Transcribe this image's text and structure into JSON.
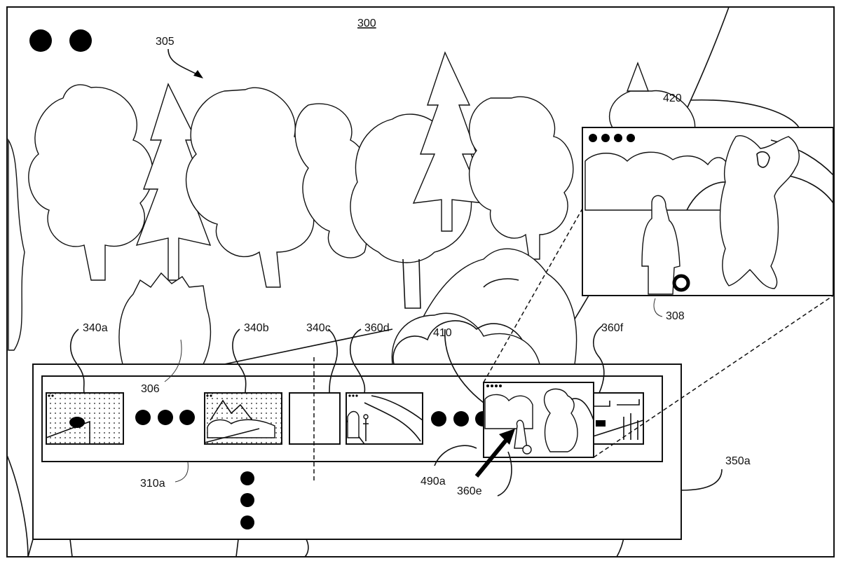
{
  "figure": {
    "figure_ref": "300",
    "scene_ref": "305",
    "background_scene": "forest-with-trees-and-rocks"
  },
  "overlay": {
    "user_head_ref": "306",
    "menu_ref": "350a",
    "carousel_ref": "310a",
    "divider_ref": "340c",
    "more_rows_indicator": "vertical-ellipsis",
    "thumbnails": [
      {
        "ref": "340a",
        "scene": "snowy-hill-snowmobile",
        "badge_dots": 2
      },
      {
        "ref": "340b",
        "scene": "snowy-mountains-forest",
        "badge_dots": 2
      },
      {
        "ref": "340c",
        "scene": "empty-slot",
        "badge_dots": 0
      },
      {
        "ref": "360d",
        "scene": "river-hikers",
        "badge_dots": 3
      },
      {
        "ref": "360e",
        "scene": "woman-facing-bear",
        "badge_dots": 4,
        "selected": true
      },
      {
        "ref": "360f",
        "scene": "desert-cactus-car",
        "badge_dots": 0
      }
    ],
    "pointer_ref": "490a",
    "hover_region_ref": "410"
  },
  "preview": {
    "ref": "420",
    "character_ref": "308",
    "badge_dots": 4,
    "scene": "woman-with-lantern-facing-bear-in-forest"
  },
  "labels": {
    "fig": "300",
    "scene": "305",
    "head": "306",
    "character": "308",
    "carousel": "310a",
    "t1": "340a",
    "t2": "340b",
    "t3": "340c",
    "t4": "360d",
    "t5": "360e",
    "t6": "360f",
    "pointer": "490a",
    "hover": "410",
    "preview": "420",
    "menu": "350a"
  }
}
